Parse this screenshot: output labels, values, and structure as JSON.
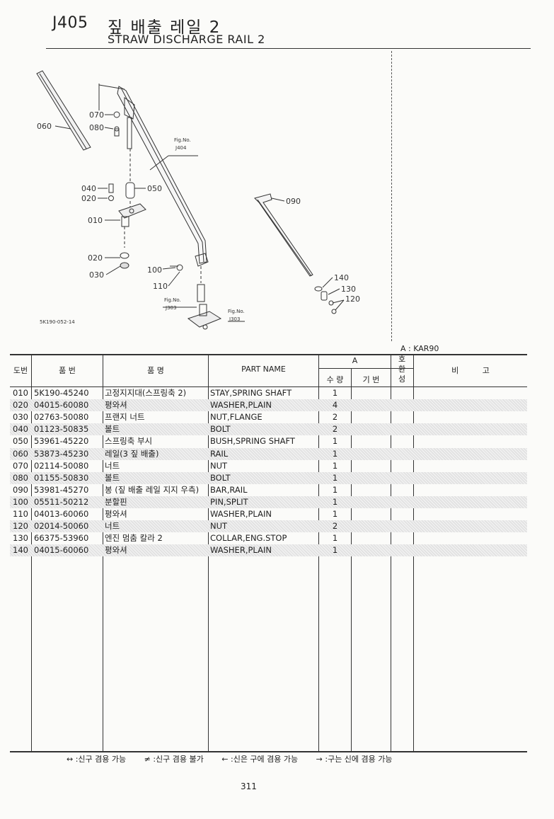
{
  "header": {
    "code": "J405",
    "korean_title": "짚 배출 레일 2",
    "english_title": "STRAW DISCHARGE RAIL 2"
  },
  "diagram": {
    "part_labels": [
      "060",
      "070",
      "080",
      "040",
      "050",
      "020",
      "010",
      "020",
      "030",
      "100",
      "110",
      "090",
      "140",
      "130",
      "120"
    ],
    "fig_refs": [
      "Fig.No.",
      "J404",
      "Fig.No.",
      "J303",
      "Fig.No.",
      "J303"
    ],
    "figure_id": "5K190-052-14"
  },
  "variant_label": "A : KAR90",
  "table": {
    "headers": {
      "no": "도번",
      "part_no": "품 번",
      "korean_name": "품 명",
      "part_name": "PART NAME",
      "group_a": "A",
      "qty": "수 량",
      "basic": "기 번",
      "interchange": "호 환 성",
      "remarks": "비 고"
    },
    "rows": [
      {
        "no": "010",
        "part_no": "5K190-45240",
        "korean": "고정지지대(스프링축 2)",
        "english": "STAY,SPRING SHAFT",
        "qty": "1"
      },
      {
        "no": "020",
        "part_no": "04015-60080",
        "korean": "평와셔",
        "english": "WASHER,PLAIN",
        "qty": "4"
      },
      {
        "no": "030",
        "part_no": "02763-50080",
        "korean": "프랜지 너트",
        "english": "NUT,FLANGE",
        "qty": "2"
      },
      {
        "no": "040",
        "part_no": "01123-50835",
        "korean": "볼트",
        "english": "BOLT",
        "qty": "2"
      },
      {
        "no": "050",
        "part_no": "53961-45220",
        "korean": "스프링축 부시",
        "english": "BUSH,SPRING SHAFT",
        "qty": "1"
      },
      {
        "no": "060",
        "part_no": "53873-45230",
        "korean": "레일(3 짚 배출)",
        "english": "RAIL",
        "qty": "1"
      },
      {
        "no": "070",
        "part_no": "02114-50080",
        "korean": "너트",
        "english": "NUT",
        "qty": "1"
      },
      {
        "no": "080",
        "part_no": "01155-50830",
        "korean": "볼트",
        "english": "BOLT",
        "qty": "1"
      },
      {
        "no": "090",
        "part_no": "53981-45270",
        "korean": "봉 (짚 배출 레일 지지 우측)",
        "english": "BAR,RAIL",
        "qty": "1"
      },
      {
        "no": "100",
        "part_no": "05511-50212",
        "korean": "분할핀",
        "english": "PIN,SPLIT",
        "qty": "1"
      },
      {
        "no": "110",
        "part_no": "04013-60060",
        "korean": "평와셔",
        "english": "WASHER,PLAIN",
        "qty": "1"
      },
      {
        "no": "120",
        "part_no": "02014-50060",
        "korean": "너트",
        "english": "NUT",
        "qty": "2"
      },
      {
        "no": "130",
        "part_no": "66375-53960",
        "korean": "엔진 멈춤 칼라 2",
        "english": "COLLAR,ENG.STOP",
        "qty": "1"
      },
      {
        "no": "140",
        "part_no": "04015-60060",
        "korean": "평와셔",
        "english": "WASHER,PLAIN",
        "qty": "1"
      }
    ]
  },
  "legend": [
    "↔ :신구 겸용 가능",
    "≠ :신구 겸용 불가",
    "← :신은 구에 겸용 가능",
    "→ :구는 신에 겸용 가능"
  ],
  "page_number": "311"
}
